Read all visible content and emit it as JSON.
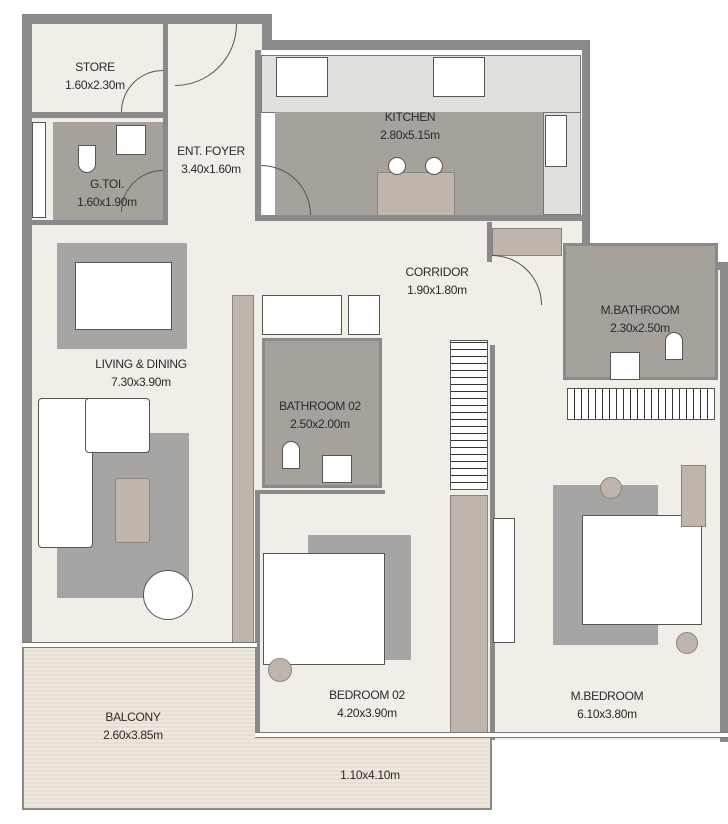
{
  "rooms": {
    "store": {
      "name": "STORE",
      "size": "1.60x2.30m"
    },
    "g_toi": {
      "name": "G.TOI.",
      "size": "1.60x1.90m"
    },
    "foyer": {
      "name": "ENT. FOYER",
      "size": "3.40x1.60m"
    },
    "kitchen": {
      "name": "KITCHEN",
      "size": "2.80x5.15m"
    },
    "corridor": {
      "name": "CORRIDOR",
      "size": "1.90x1.80m"
    },
    "m_bathroom": {
      "name": "M.BATHROOM",
      "size": "2.30x2.50m"
    },
    "living": {
      "name": "LIVING & DINING",
      "size": "7.30x3.90m"
    },
    "bathroom02": {
      "name": "BATHROOM 02",
      "size": "2.50x2.00m"
    },
    "bedroom02": {
      "name": "BEDROOM 02",
      "size": "4.20x3.90m"
    },
    "m_bedroom": {
      "name": "M.BEDROOM",
      "size": "6.10x3.80m"
    },
    "balcony": {
      "name": "BALCONY",
      "size": "2.60x3.85m",
      "extension_size": "1.10x4.10m"
    }
  }
}
